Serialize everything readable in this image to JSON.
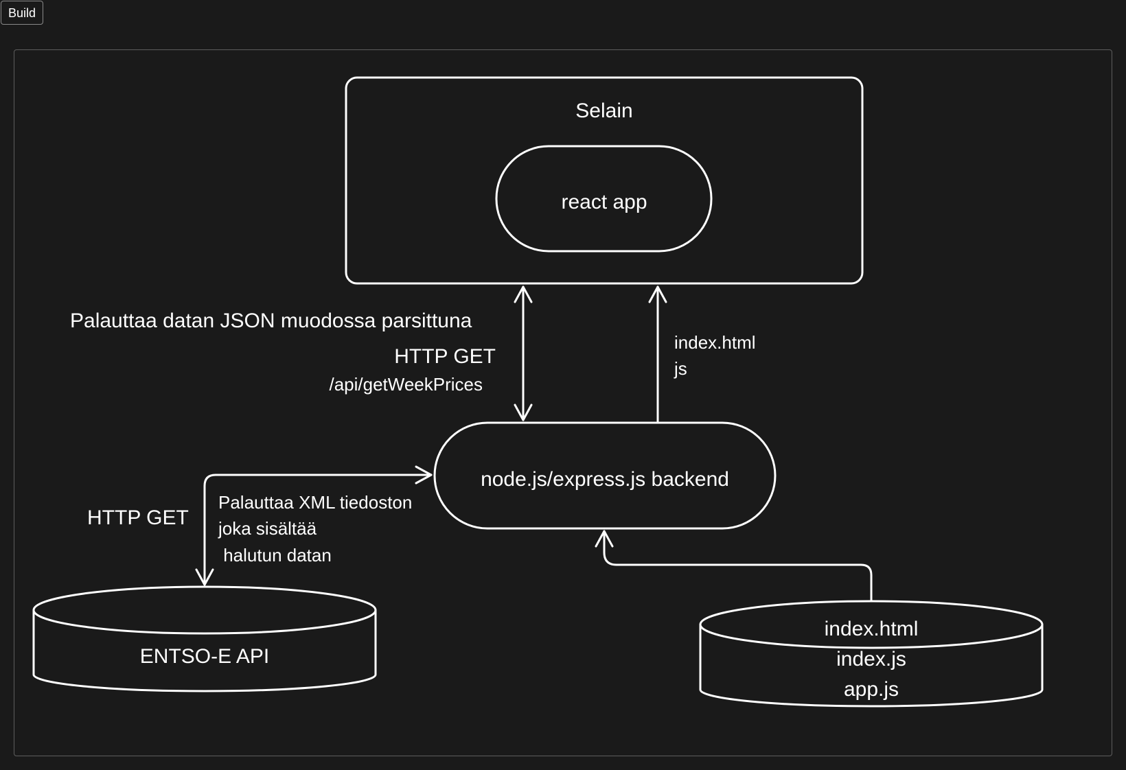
{
  "toolbar": {
    "build_label": "Build"
  },
  "diagram": {
    "browser_label": "Selain",
    "react_app_label": "react app",
    "backend_label": "node.js/express.js backend",
    "entsoe_label": "ENTSO-E API",
    "files_db_lines": [
      "index.html",
      "index.js",
      "app.js"
    ],
    "json_return_label": "Palauttaa datan JSON muodossa parsittuna",
    "http_get_api_label": "HTTP GET",
    "api_path_label": "/api/getWeekPrices",
    "served_files_lines": [
      "index.html",
      "js"
    ],
    "http_get_entsoe_label": "HTTP GET",
    "xml_return_lines": [
      "Palauttaa XML tiedoston",
      "joka sisältää",
      " halutun datan"
    ]
  },
  "colors": {
    "background": "#1a1a1a",
    "stroke": "#ffffff",
    "frame_border": "#5e5e5e"
  }
}
